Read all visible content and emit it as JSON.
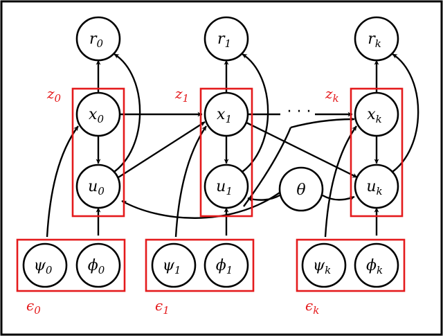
{
  "colors": {
    "plate": "#e41a1c",
    "ink": "#000000",
    "background": "#ffffff"
  },
  "nodes": {
    "r0": {
      "base": "r",
      "sub": "0"
    },
    "x0": {
      "base": "x",
      "sub": "0"
    },
    "u0": {
      "base": "u",
      "sub": "0"
    },
    "r1": {
      "base": "r",
      "sub": "1"
    },
    "x1": {
      "base": "x",
      "sub": "1"
    },
    "u1": {
      "base": "u",
      "sub": "1"
    },
    "rk": {
      "base": "r",
      "sub": "k"
    },
    "xk": {
      "base": "x",
      "sub": "k"
    },
    "uk": {
      "base": "u",
      "sub": "k"
    },
    "theta": {
      "base": "θ",
      "sub": ""
    },
    "psi0": {
      "base": "ψ",
      "sub": "0"
    },
    "phi0": {
      "base": "ϕ",
      "sub": "0"
    },
    "psi1": {
      "base": "ψ",
      "sub": "1"
    },
    "phi1": {
      "base": "ϕ",
      "sub": "1"
    },
    "psik": {
      "base": "ψ",
      "sub": "k"
    },
    "phik": {
      "base": "ϕ",
      "sub": "k"
    }
  },
  "plates": {
    "z0": {
      "base": "z",
      "sub": "0"
    },
    "z1": {
      "base": "z",
      "sub": "1"
    },
    "zk": {
      "base": "z",
      "sub": "k"
    },
    "eps0": {
      "base": "ϵ",
      "sub": "0"
    },
    "eps1": {
      "base": "ϵ",
      "sub": "1"
    },
    "epsk": {
      "base": "ϵ",
      "sub": "k"
    }
  },
  "ellipsis": "· · ·"
}
